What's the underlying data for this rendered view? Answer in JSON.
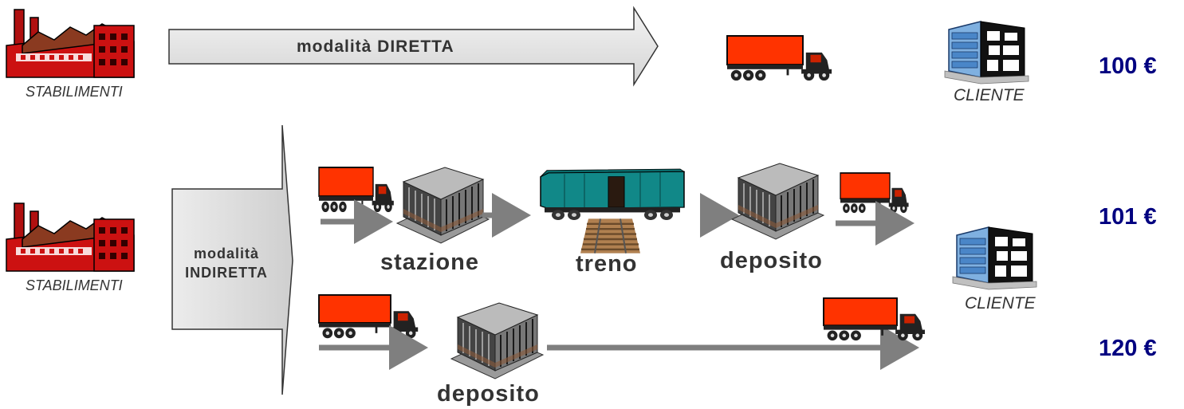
{
  "direct": {
    "arrow_label": "modalità DIRETTA",
    "origin_caption": "STABILIMENTI",
    "destination_caption": "CLIENTE",
    "price": "100 €"
  },
  "indirect": {
    "arrow_label_line1": "modalità",
    "arrow_label_line2": "INDIRETTA",
    "origin_caption": "STABILIMENTI",
    "destination_caption": "CLIENTE",
    "route1": {
      "station_label": "stazione",
      "train_label": "treno",
      "depot_label": "deposito",
      "price": "101 €"
    },
    "route2": {
      "depot_label": "deposito",
      "price": "120 €"
    }
  },
  "colors": {
    "truck_red": "#ff3300",
    "factory_red": "#cc1111",
    "arrow_grey": "#7f7f7f",
    "price_navy": "#000080",
    "train_teal": "#118888",
    "building_blue": "#4a86c8"
  },
  "icons": [
    "factory-icon",
    "truck-icon",
    "warehouse-icon",
    "train-icon",
    "office-building-icon"
  ]
}
